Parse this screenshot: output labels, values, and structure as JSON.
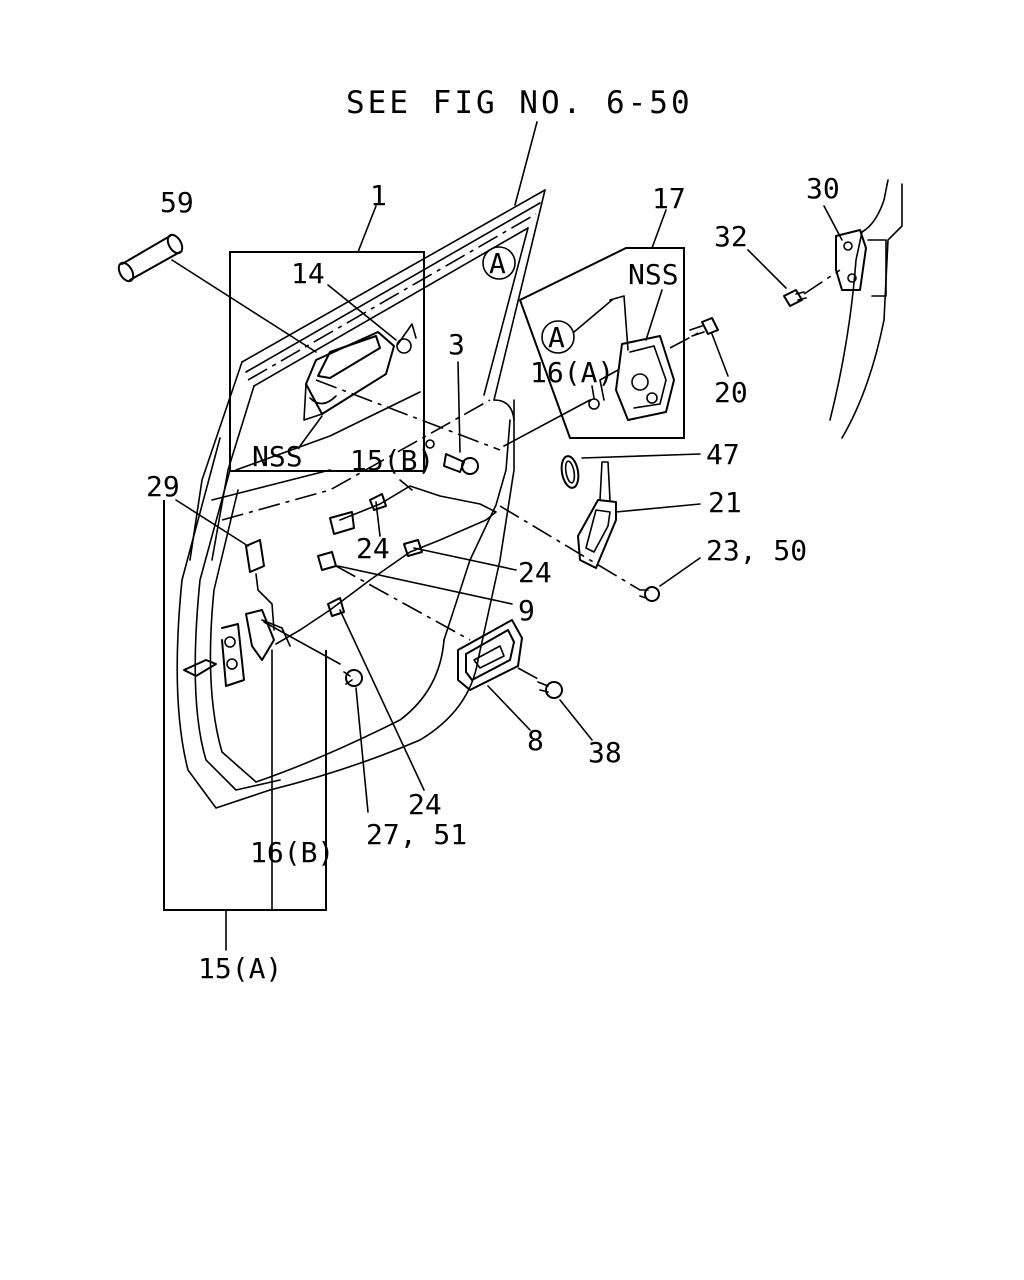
{
  "title": "SEE FIG NO. 6-50",
  "labels": {
    "l59": "59",
    "l1": "1",
    "l14": "14",
    "lA1": "A",
    "l17": "17",
    "lNSS2": "NSS",
    "l30": "30",
    "l32": "32",
    "l3": "3",
    "lA2": "A",
    "l16A": "16(A)",
    "l20": "20",
    "lNSS1": "NSS",
    "l15B": "15(B)",
    "l47": "47",
    "l29": "29",
    "l21": "21",
    "l24a": "24",
    "l23_50": "23, 50",
    "l24b": "24",
    "l9": "9",
    "l8": "8",
    "l38": "38",
    "l24c": "24",
    "l27_51": "27, 51",
    "l16B": "16(B)",
    "l15A": "15(A)"
  }
}
